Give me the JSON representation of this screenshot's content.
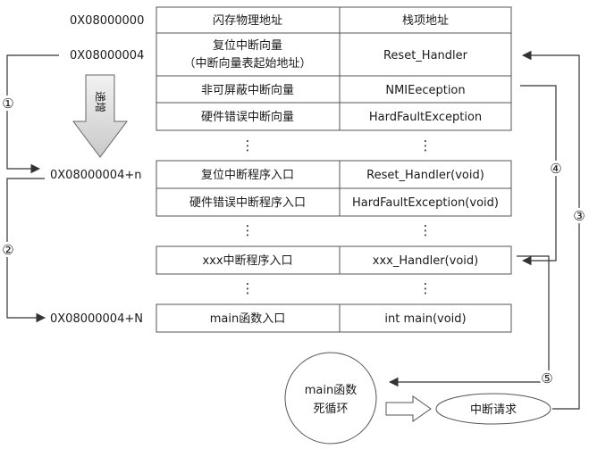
{
  "addresses": {
    "a0": "0X08000000",
    "a4": "0X08000004",
    "a4n": "0X08000004+n",
    "a4N": "0X08000004+N"
  },
  "rows": [
    {
      "left": "闪存物理地址",
      "right": "栈项地址"
    },
    {
      "left_line1": "复位中断向量",
      "left_line2": "（中断向量表起始地址）",
      "right": "Reset_Handler"
    },
    {
      "left": "非可屏蔽中断向量",
      "right": "NMIEeception"
    },
    {
      "left": "硬件错误中断向量",
      "right": "HardFaultException"
    },
    {
      "left": "复位中断程序入口",
      "right": "Reset_Handler(void)"
    },
    {
      "left": "硬件错误中断程序入口",
      "right": "HardFaultException(void)"
    },
    {
      "left": "xxx中断程序入口",
      "right": "xxx_Handler(void)"
    },
    {
      "left": "main函数入口",
      "right": "int main(void)"
    }
  ],
  "ellipsis": "⋮",
  "big_arrow_label": "递增",
  "markers": [
    "①",
    "②",
    "③",
    "④",
    "⑤"
  ],
  "main_loop": {
    "line1": "main函数",
    "line2": "死循环"
  },
  "interrupt_request": "中断请求",
  "colors": {
    "border": "#555555",
    "line": "#333333",
    "arrow_fill": "#d9d9d9"
  }
}
